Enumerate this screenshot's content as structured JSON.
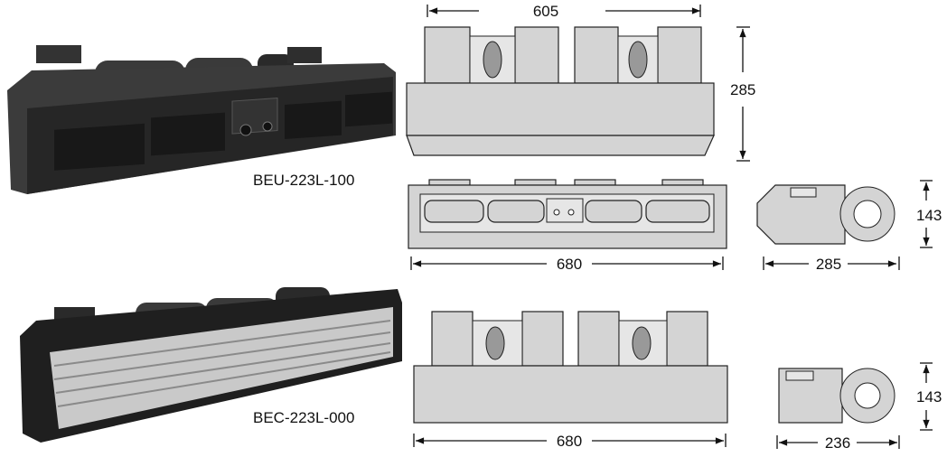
{
  "products": [
    {
      "model": "BEU-223L-100"
    },
    {
      "model": "BEC-223L-000"
    }
  ],
  "dimensions": {
    "top_front_width": "605",
    "top_front_height": "285",
    "middle_front_width": "680",
    "side_view_1_width": "285",
    "side_view_1_height": "143",
    "bottom_front_width": "680",
    "side_view_2_width": "236",
    "side_view_2_height": "143"
  },
  "colors": {
    "housing_dark": "#2a2a2a",
    "drawing_fill": "#d4d4d4",
    "line": "#111111"
  }
}
